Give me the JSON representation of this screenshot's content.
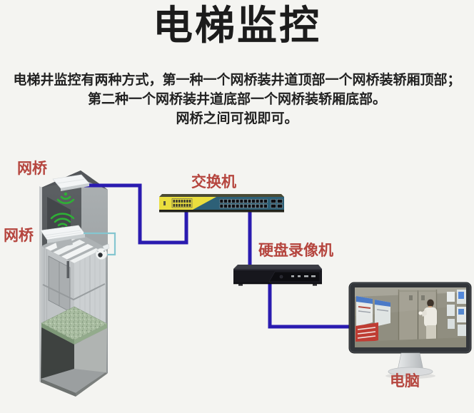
{
  "title": "电梯监控",
  "description": {
    "line1": "电梯井监控有两种方式，第一种一个网桥装井道顶部一个网桥装轿厢顶部；",
    "line2": "第二种一个网桥装井道底部一个网桥装轿厢底部。",
    "line3": "网桥之间可视即可。"
  },
  "labels": {
    "bridge_top": "网桥",
    "bridge_car": "网桥",
    "switch": "交换机",
    "dvr": "硬盘录像机",
    "computer": "电脑"
  },
  "icons": {
    "wifi_down": "wifi-signal-down-icon",
    "wifi_up": "wifi-signal-up-icon",
    "camera": "dome-camera-icon",
    "bridge": "wireless-bridge-device",
    "monitor_scene": "elevator-cctv-view"
  },
  "colors": {
    "background": "#f4f4f1",
    "label_red": "#b5453e",
    "cable_blue": "#2a1bb0",
    "camera_link_teal": "#85c6d0",
    "wifi_green": "#2eb135",
    "switch_yellow": "#eade3e",
    "switch_port_panel": "#2d6077",
    "dvr_black": "#17171d",
    "monitor_bezel": "#33363a",
    "floor_green": "#a9bda1"
  }
}
